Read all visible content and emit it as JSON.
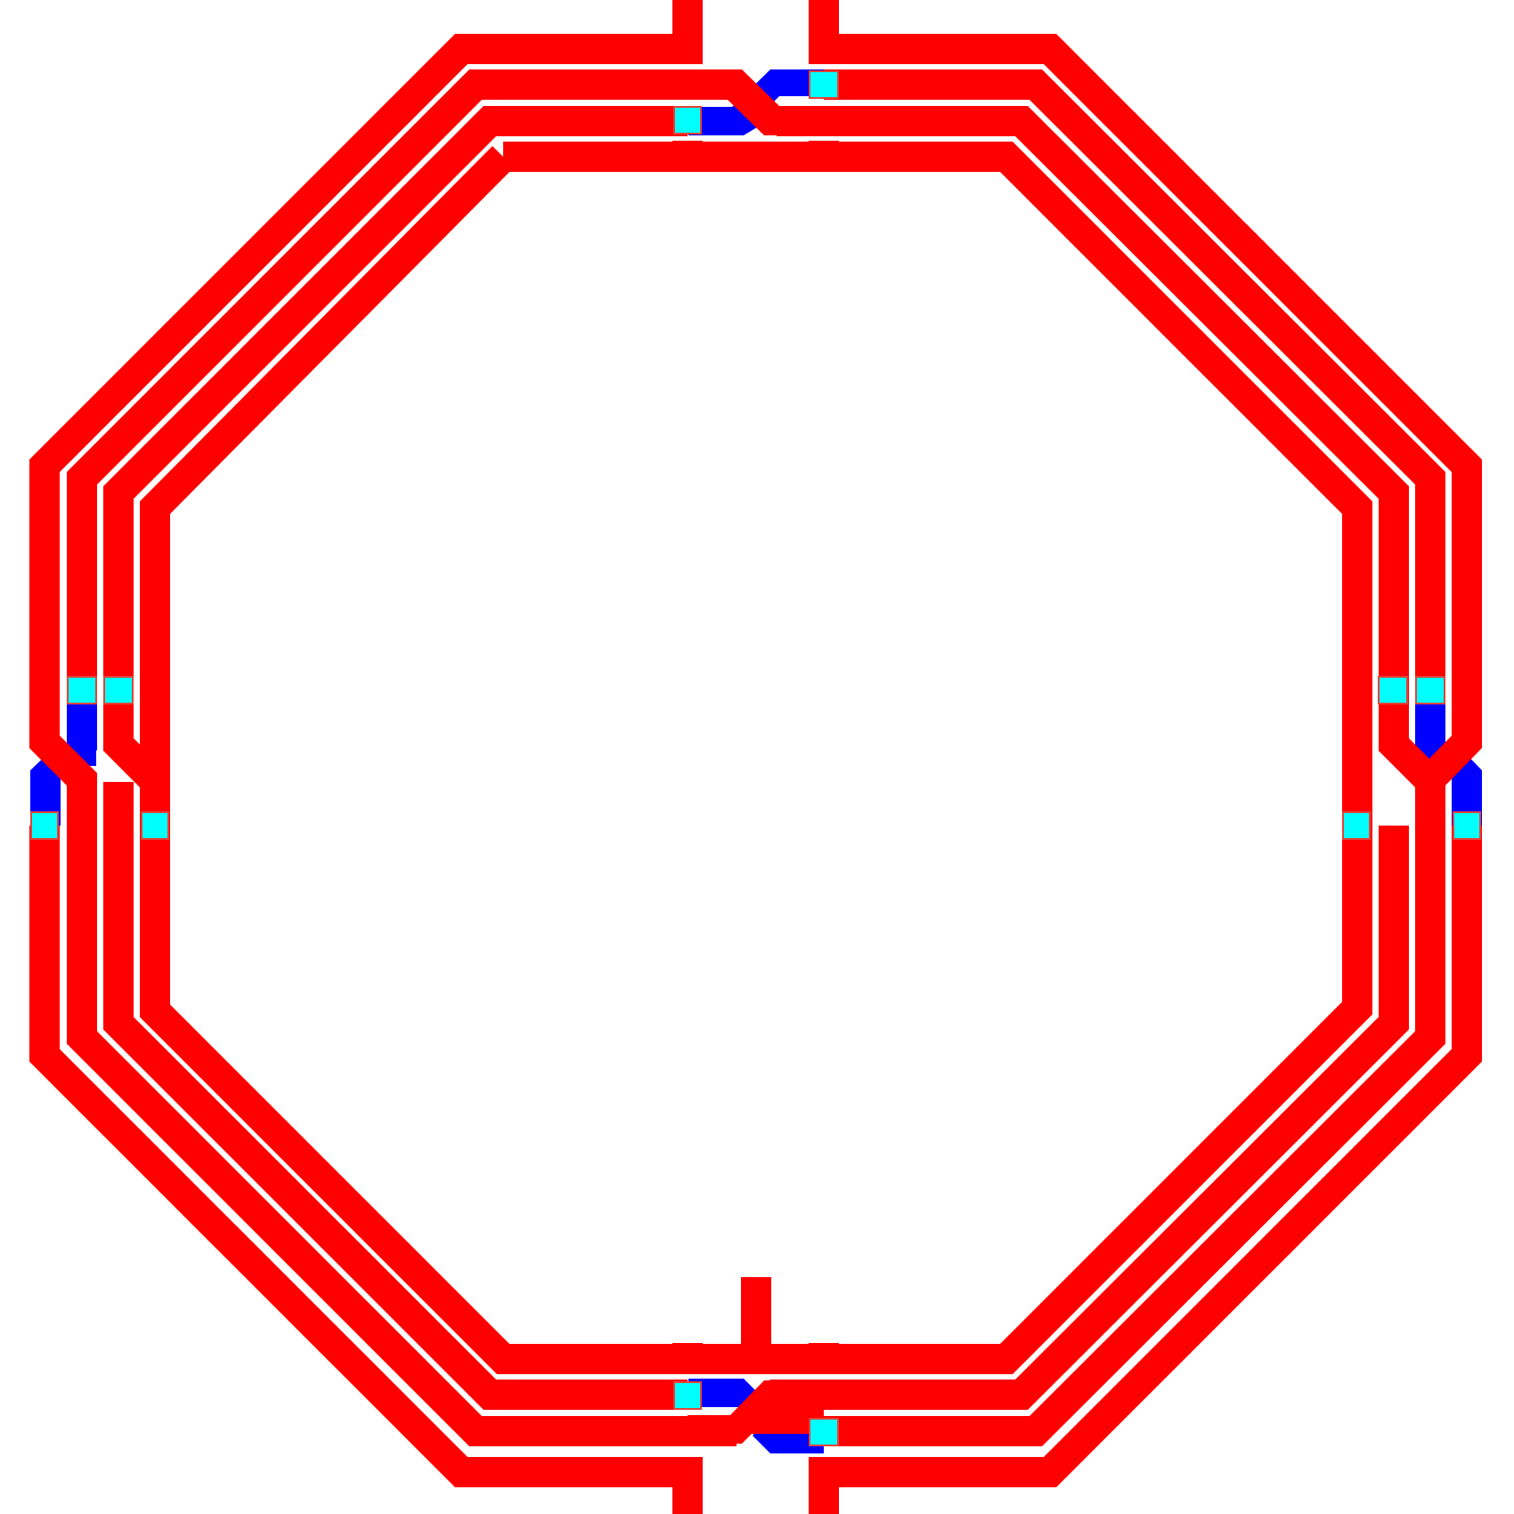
{
  "layout": {
    "description_visible_text": "",
    "colors": {
      "background": "#ffffff",
      "top_metal": "#ff0000",
      "underpass_metal": "#0000ff",
      "via": "#00ffff",
      "via_outline": "#e0443a"
    },
    "structure": {
      "shape": "octagonal-spiral-inductor",
      "turns": 4,
      "terminals": 3
    }
  }
}
